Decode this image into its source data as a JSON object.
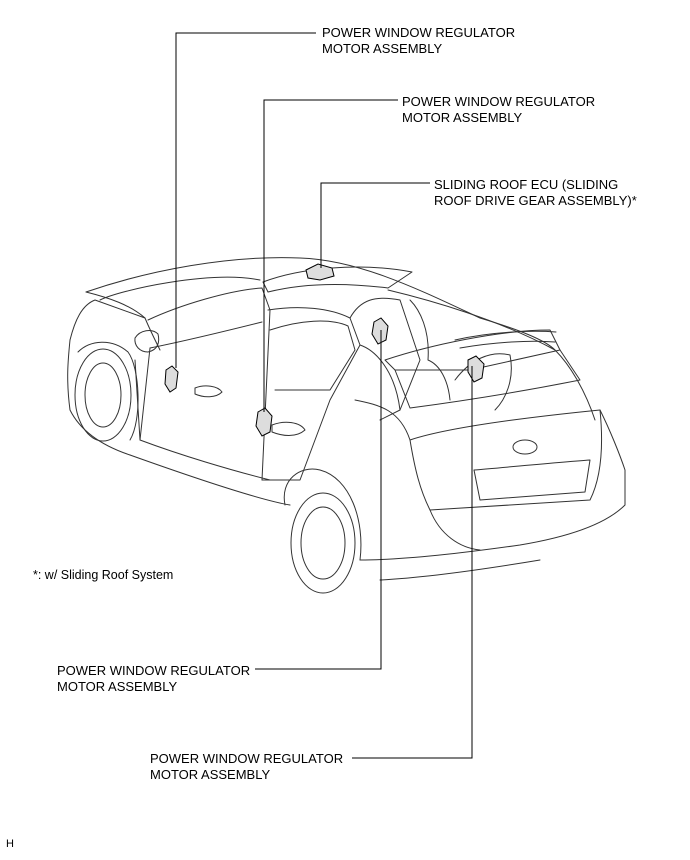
{
  "callouts": [
    {
      "line1": "POWER WINDOW REGULATOR",
      "line2": "MOTOR ASSEMBLY"
    },
    {
      "line1": "POWER WINDOW REGULATOR",
      "line2": "MOTOR ASSEMBLY"
    },
    {
      "line1": "SLIDING ROOF ECU (SLIDING",
      "line2": "ROOF DRIVE GEAR ASSEMBLY)*"
    },
    {
      "line1": "POWER WINDOW REGULATOR",
      "line2": "MOTOR ASSEMBLY"
    },
    {
      "line1": "POWER WINDOW REGULATOR",
      "line2": "MOTOR ASSEMBLY"
    }
  ],
  "footnote": "*: w/ Sliding Roof System",
  "figure_code": "H"
}
